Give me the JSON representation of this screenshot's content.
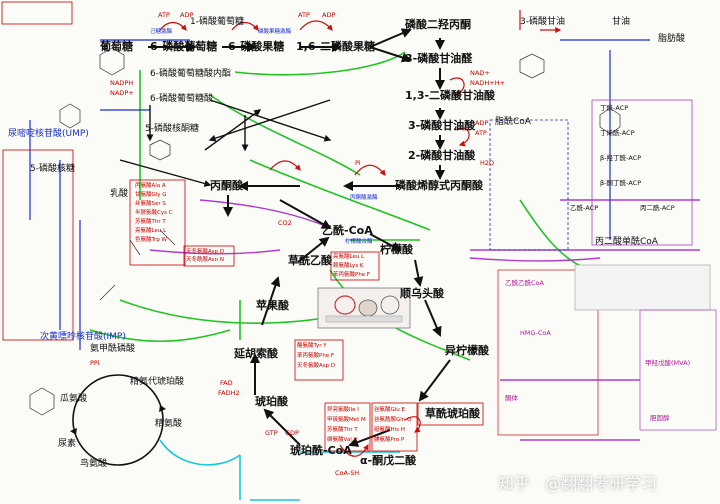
{
  "nodes": {
    "glucose": "葡萄糖",
    "g6p": "6-磷酸葡萄糖",
    "f6p": "6-磷酸果糖",
    "fbp": "1,6-二磷酸果糖",
    "dhap": "磷酸二羟丙酮",
    "g3p": "3-磷酸甘油醛",
    "bpg": "1,3-二磷酸甘油酸",
    "pg3": "3-磷酸甘油酸",
    "pg2": "2-磷酸甘油酸",
    "pep": "磷酸烯醇式丙酮酸",
    "pyruvate": "丙酮酸",
    "acetylcoa": "乙酰-CoA",
    "citrate": "柠檬酸",
    "cisaconitate": "顺乌头酸",
    "isocitrate": "异柠檬酸",
    "oxalosuccinate": "草酰琥珀酸",
    "akg": "α-酮戊二酸",
    "succoa": "琥珀酰-CoA",
    "succinate": "琥珀酸",
    "fumarate": "延胡索酸",
    "malate": "苹果酸",
    "oxaloacetate": "草酰乙酸",
    "glycerol3p": "3-磷酸甘油",
    "glycerol": "甘油",
    "fattyacid": "脂肪酸",
    "fattyacylcoa": "脂酰CoA",
    "g1p": "1-磷酸葡萄糖",
    "ru5p": "5-磷酸核酮糖",
    "pgluconate": "6-磷酸葡萄糖酸",
    "pgl": "6-磷酸葡萄糖酸内酯",
    "ump": "尿嘧啶核苷酸(UMP)",
    "imp": "次黄嘌呤核苷酸(IMP)",
    "pentose": "5-磷酸核糖",
    "cyclerow": "鸟氨酸",
    "citrulline": "瓜氨酸",
    "arginine": "精氨酸",
    "argsucc": "精氨代琥珀酸",
    "urea": "尿素",
    "carbamoyl": "氨甲酰磷酸",
    "lactate": "乳酸",
    "malonyl": "丙二酸单酰CoA"
  },
  "cofactors": {
    "atp": "ATP",
    "adp": "ADP",
    "nad": "NAD+",
    "nadh": "NADH+H+",
    "nadp": "NADP+",
    "nadph": "NADPH",
    "co2": "CO2",
    "h2o": "H2O",
    "fad": "FAD",
    "fadh2": "FADH2",
    "gtp": "GTP",
    "gdp": "GDP",
    "coash": "CoA-SH",
    "pi": "Pi",
    "ppi": "PPi"
  },
  "aminoacids": {
    "ala": "丙氨酸Ala A",
    "gly": "甘氨酸Gly G",
    "ser": "丝氨酸Ser S",
    "cys": "半胱氨酸Cys C",
    "thr": "苏氨酸Thr T",
    "leu": "亮氨酸Leu L",
    "lys": "赖氨酸Lys K",
    "phe": "苯丙氨酸Phe F",
    "tyr": "酪氨酸Tyr Y",
    "trp": "色氨酸Trp W",
    "asp": "天冬氨酸Asp D",
    "asn": "天冬酰胺Asn N",
    "glu": "谷氨酸Glu E",
    "gln": "谷氨酰胺Gln Q",
    "pro": "脯氨酸Pro P",
    "his": "组氨酸His H",
    "ile": "异亮氨酸Ile I",
    "met": "甲硫氨酸Met M",
    "val": "缬氨酸Val V"
  },
  "smallText": {
    "acp1": "丁酰-ACP",
    "acp2": "乙酰-ACP",
    "acp3": "丙二酰-ACP",
    "acp4": "β-羟丁酰-ACP",
    "acp5": "β-酮丁酰-ACP",
    "acp6": "丁烯酰-ACP",
    "enzyme1": "己糖激酶",
    "enzyme2": "磷酸果糖激酶",
    "enzyme3": "丙酮酸激酶",
    "enzyme4": "柠檬酸合酶",
    "mva": "甲羟戊酸(MVA)",
    "hmgcoa": "HMG-CoA",
    "acetoacetyl": "乙酰乙酰CoA",
    "cholesterol": "胆固醇",
    "ketone": "酮体"
  },
  "watermark": {
    "left": "知乎",
    "right": "@翻翻考研学习"
  },
  "colors": {
    "glycolysis": "#111111",
    "tca": "#111111",
    "pentose": "#1a2fcf",
    "green": "#22c422",
    "purple": "#b03bd0",
    "red": "#d01010",
    "cyan": "#19c9d8",
    "magenta": "#c41ab0"
  }
}
